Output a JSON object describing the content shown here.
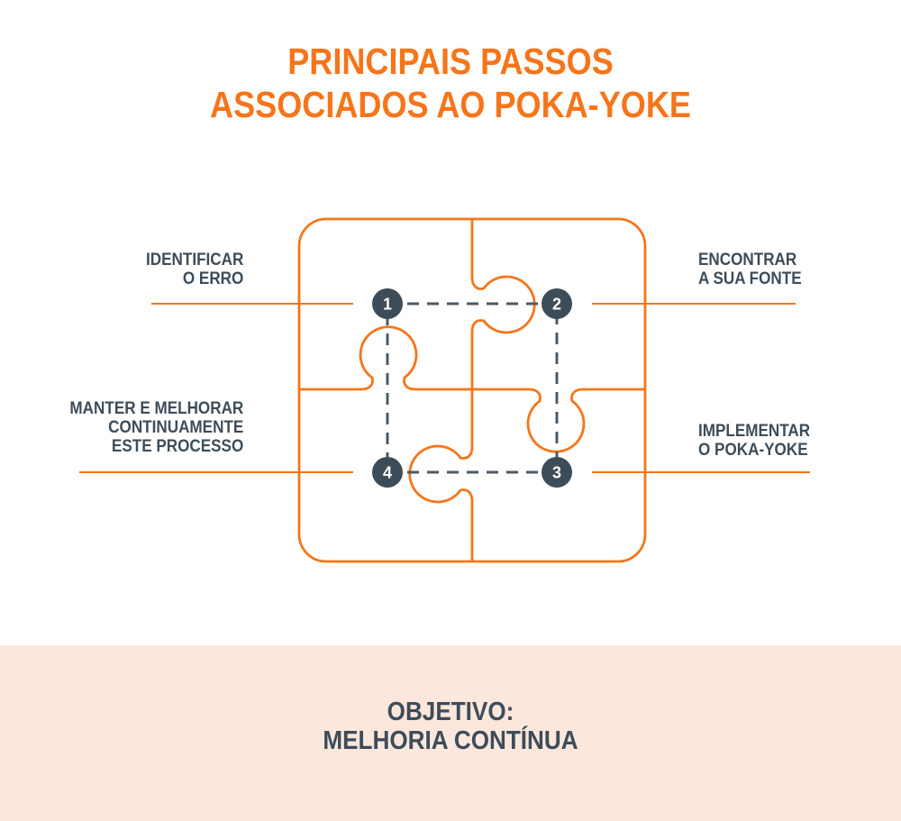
{
  "title": "PRINCIPAIS PASSOS\nASSOCIADOS AO POKA-YOKE",
  "diagram": {
    "name": "poka-yoke-puzzle-steps",
    "steps": [
      {
        "number": "1",
        "label": "IDENTIFICAR\nO ERRO"
      },
      {
        "number": "2",
        "label": "ENCONTRAR\nA SUA FONTE"
      },
      {
        "number": "3",
        "label": "IMPLEMENTAR\nO POKA-YOKE"
      },
      {
        "number": "4",
        "label": "MANTER E MELHORAR\nCONTINUAMENTE\nESTE PROCESSO"
      }
    ]
  },
  "footer": {
    "label": "OBJETIVO:\nMELHORIA CONTÍNUA"
  },
  "colors": {
    "accent": "#F6751A",
    "slate": "#3D4C59",
    "dash_line": "#4C5A64",
    "footer_background": "#FCE7DC",
    "background": "#FFFFFF",
    "step_number_text": "#FFFFFF"
  }
}
